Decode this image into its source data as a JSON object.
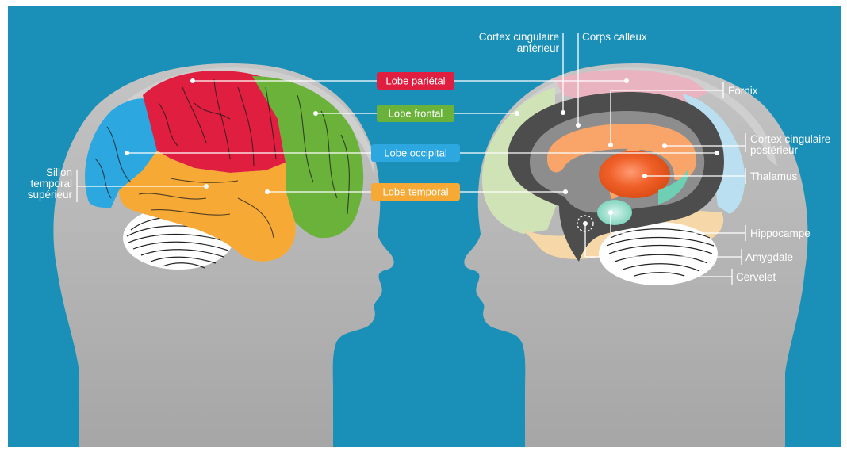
{
  "colors": {
    "background": "#1a8fb7",
    "head_gray": "#b0b0b0",
    "parietal": "#e01f40",
    "frontal": "#6bb23a",
    "occipital": "#2da7df",
    "temporal": "#f7a935"
  },
  "lobes": {
    "parietal": "Lobe pariétal",
    "frontal": "Lobe frontal",
    "occipital": "Lobe occipital",
    "temporal": "Lobe temporal"
  },
  "left_labels": {
    "sillon_line1": "Sillon",
    "sillon_line2": "temporal",
    "sillon_line3": "supérieur"
  },
  "right_labels": {
    "cortex_ant_line1": "Cortex cingulaire",
    "cortex_ant_line2": "antérieur",
    "corps_calleux": "Corps calleux",
    "fornix": "Fornix",
    "cortex_post_line1": "Cortex cingulaire",
    "cortex_post_line2": "postérieur",
    "thalamus": "Thalamus",
    "hippocampe": "Hippocampe",
    "amygdale": "Amygdale",
    "cervelet": "Cervelet"
  }
}
